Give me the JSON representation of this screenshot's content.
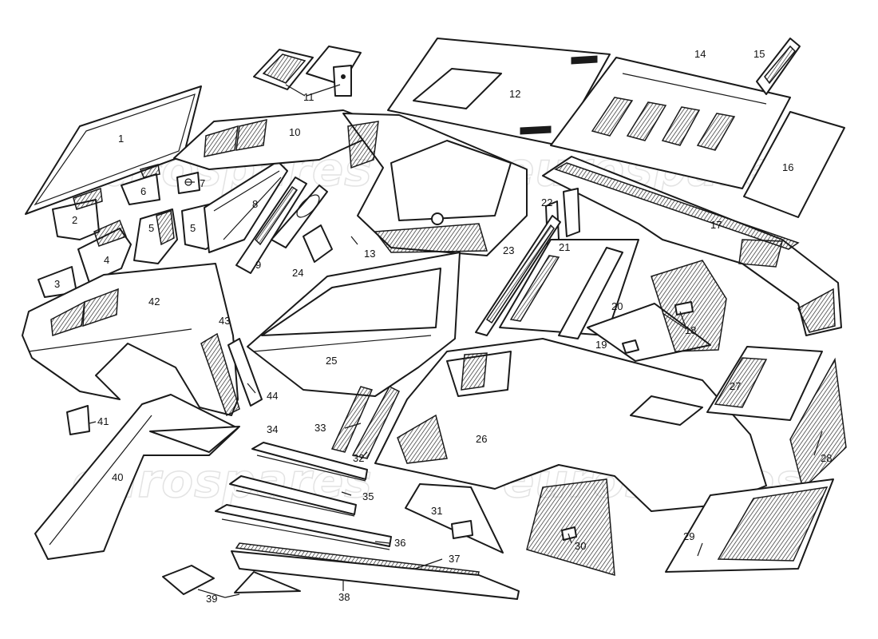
{
  "watermark": {
    "text": "eurospares"
  },
  "callouts": {
    "c1": "1",
    "c2": "2",
    "c3": "3",
    "c4": "4",
    "c5a": "5",
    "c5b": "5",
    "c6": "6",
    "c7": "7",
    "c8": "8",
    "c9": "9",
    "c10": "10",
    "c11": "11",
    "c12": "12",
    "c13": "13",
    "c14": "14",
    "c15": "15",
    "c16": "16",
    "c17": "17",
    "c18": "18",
    "c19": "19",
    "c20": "20",
    "c21": "21",
    "c22": "22",
    "c23": "23",
    "c24": "24",
    "c25": "25",
    "c26": "26",
    "c27": "27",
    "c28": "28",
    "c29": "29",
    "c30": "30",
    "c31": "31",
    "c32": "32",
    "c33": "33",
    "c34": "34",
    "c35": "35",
    "c36": "36",
    "c37": "37",
    "c38": "38",
    "c39": "39",
    "c40": "40",
    "c41": "41",
    "c42": "42",
    "c43": "43",
    "c44": "44"
  }
}
